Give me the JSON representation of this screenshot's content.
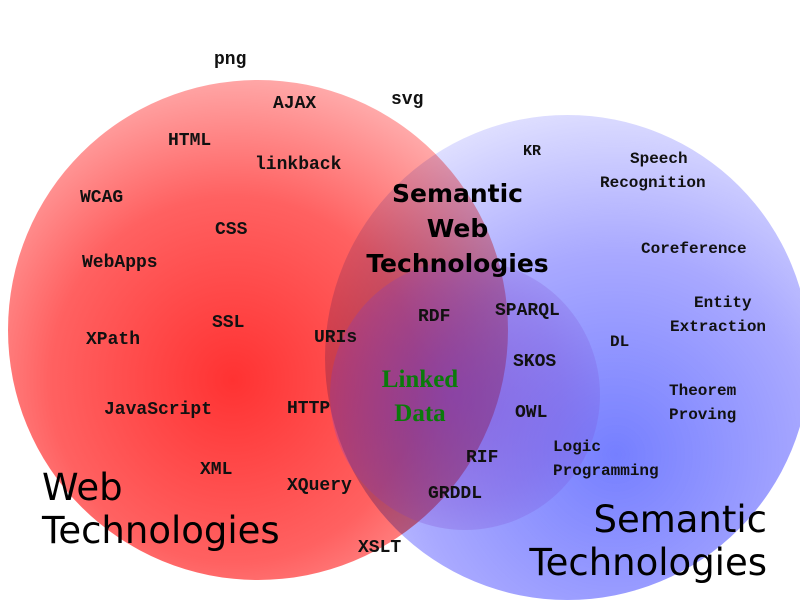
{
  "regions": {
    "web": "Web Technologies",
    "web_lines": [
      "Web",
      "Technologies"
    ],
    "semantic_lines": [
      "Semantic",
      "Technologies"
    ],
    "semantic_web_lines": [
      "Semantic",
      "Web",
      "Technologies"
    ],
    "linked_data_lines": [
      "Linked",
      "Data"
    ]
  },
  "web_terms": [
    "png",
    "AJAX",
    "svg",
    "HTML",
    "linkback",
    "WCAG",
    "CSS",
    "WebApps",
    "SSL",
    "XPath",
    "URIs",
    "JavaScript",
    "HTTP",
    "XML",
    "XQuery",
    "XSLT"
  ],
  "semantic_web_terms": [
    "RDF",
    "SPARQL",
    "SKOS",
    "OWL",
    "RIF",
    "GRDDL"
  ],
  "semantic_terms": {
    "kr": "KR",
    "speech": [
      "Speech",
      "Recognition"
    ],
    "coreference": "Coreference",
    "entity": [
      "Entity",
      "Extraction"
    ],
    "dl": "DL",
    "theorem": [
      "Theorem",
      "Proving"
    ],
    "logic": [
      "Logic",
      "Programming"
    ]
  },
  "colors": {
    "web": "#ff3333",
    "semantic": "#7080ff",
    "linked_data": "#0a7a0a"
  }
}
